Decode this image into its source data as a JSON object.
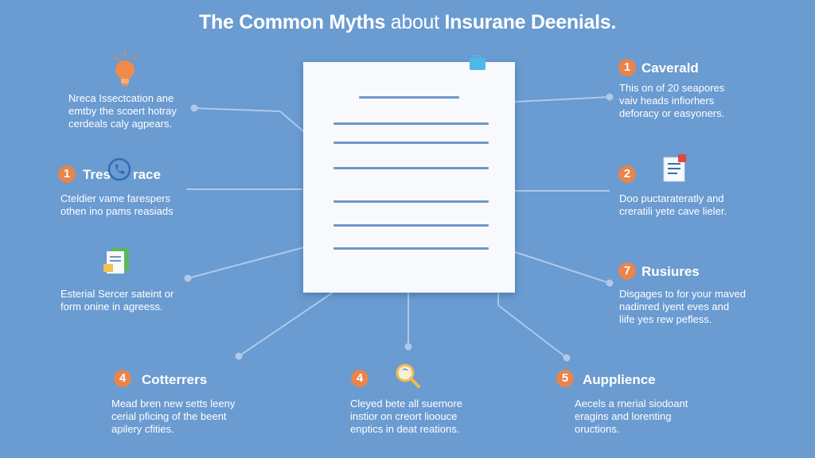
{
  "title": {
    "part1": "The Common Myths",
    "part2": "about",
    "part3": "Insurane Deenials."
  },
  "colors": {
    "background": "#6a9bd1",
    "badge": "#e8844c",
    "connector": "#aec9ea",
    "document": "#f7f9fc",
    "document_lines": "#6f97c9"
  },
  "left_items": [
    {
      "icon": "lightbulb-icon",
      "lines": [
        "Nreca Issectcation ane",
        "emtby the scoert hotray",
        "cerdeals caly agpears."
      ]
    },
    {
      "badge": "1",
      "heading": "Tres",
      "heading_tail": "race",
      "icon": "phone-icon",
      "lines": [
        "Cteldier vame farespers",
        "othen ino pams reasiads"
      ]
    },
    {
      "icon": "document-icon",
      "lines": [
        "Esterial Sercer sateint or",
        "form onine in agreess."
      ]
    }
  ],
  "right_items": [
    {
      "badge": "1",
      "heading": "Caverald",
      "lines": [
        "This on of 20 seapores",
        "vaiv heads infiorhers",
        "deforacy or easyoners."
      ]
    },
    {
      "badge": "2",
      "icon": "checklist-icon",
      "lines": [
        "Doo puctarateratly and",
        "creratili yete cave lieler."
      ]
    },
    {
      "badge": "7",
      "heading": "Rusiures",
      "lines": [
        "Disgages to for your maved",
        "nadinred iyent eves and",
        "liife yes rew pefless."
      ]
    }
  ],
  "bottom_items": [
    {
      "badge": "4",
      "heading": "Cotterrers",
      "lines": [
        "Mead bren new setts leeny",
        "cerial pficing of the beent",
        "apilery cfities."
      ]
    },
    {
      "badge": "4",
      "icon": "magnifier-icon",
      "lines": [
        "Cleyed bete all suernore",
        "instior on creort lioouce",
        "enptics in deat reations."
      ]
    },
    {
      "badge": "5",
      "heading": "Aupplience",
      "lines": [
        "Aecels a rnerial siodoant",
        "eragins and lorenting",
        "oructions."
      ]
    }
  ]
}
